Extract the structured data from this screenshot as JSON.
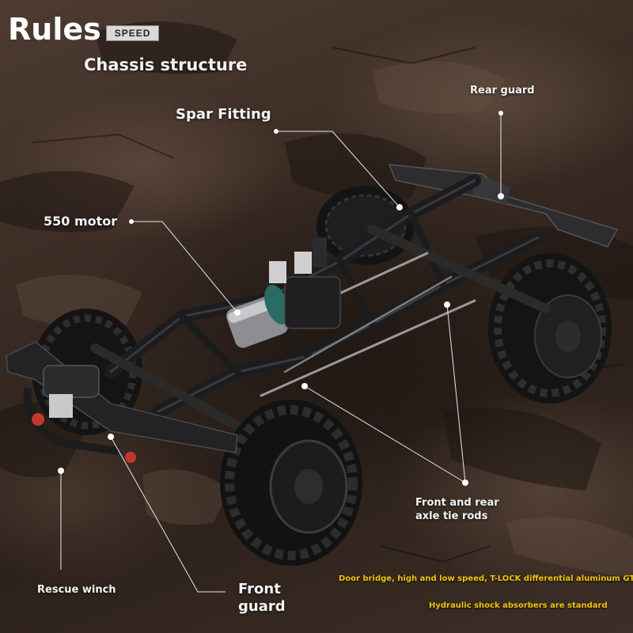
{
  "brand": {
    "word": "Rules",
    "badge": "SPEED"
  },
  "title": "Chassis structure",
  "callouts": {
    "rear_guard": "Rear guard",
    "spar_fitting": "Spar Fitting",
    "motor": "550 motor",
    "tie_rods": "Front and rear axle tie rods",
    "rescue_winch": "Rescue winch",
    "front_guard": "Front guard"
  },
  "features": [
    "Door bridge, high and low speed, T-LOCK differential aluminum GTS",
    "Hydraulic shock absorbers are standard"
  ],
  "colors": {
    "accent_text": "#f1c40f",
    "label_text": "#ffffff",
    "chassis": "#1c1c1e",
    "winch_hook": "#c0392b"
  }
}
